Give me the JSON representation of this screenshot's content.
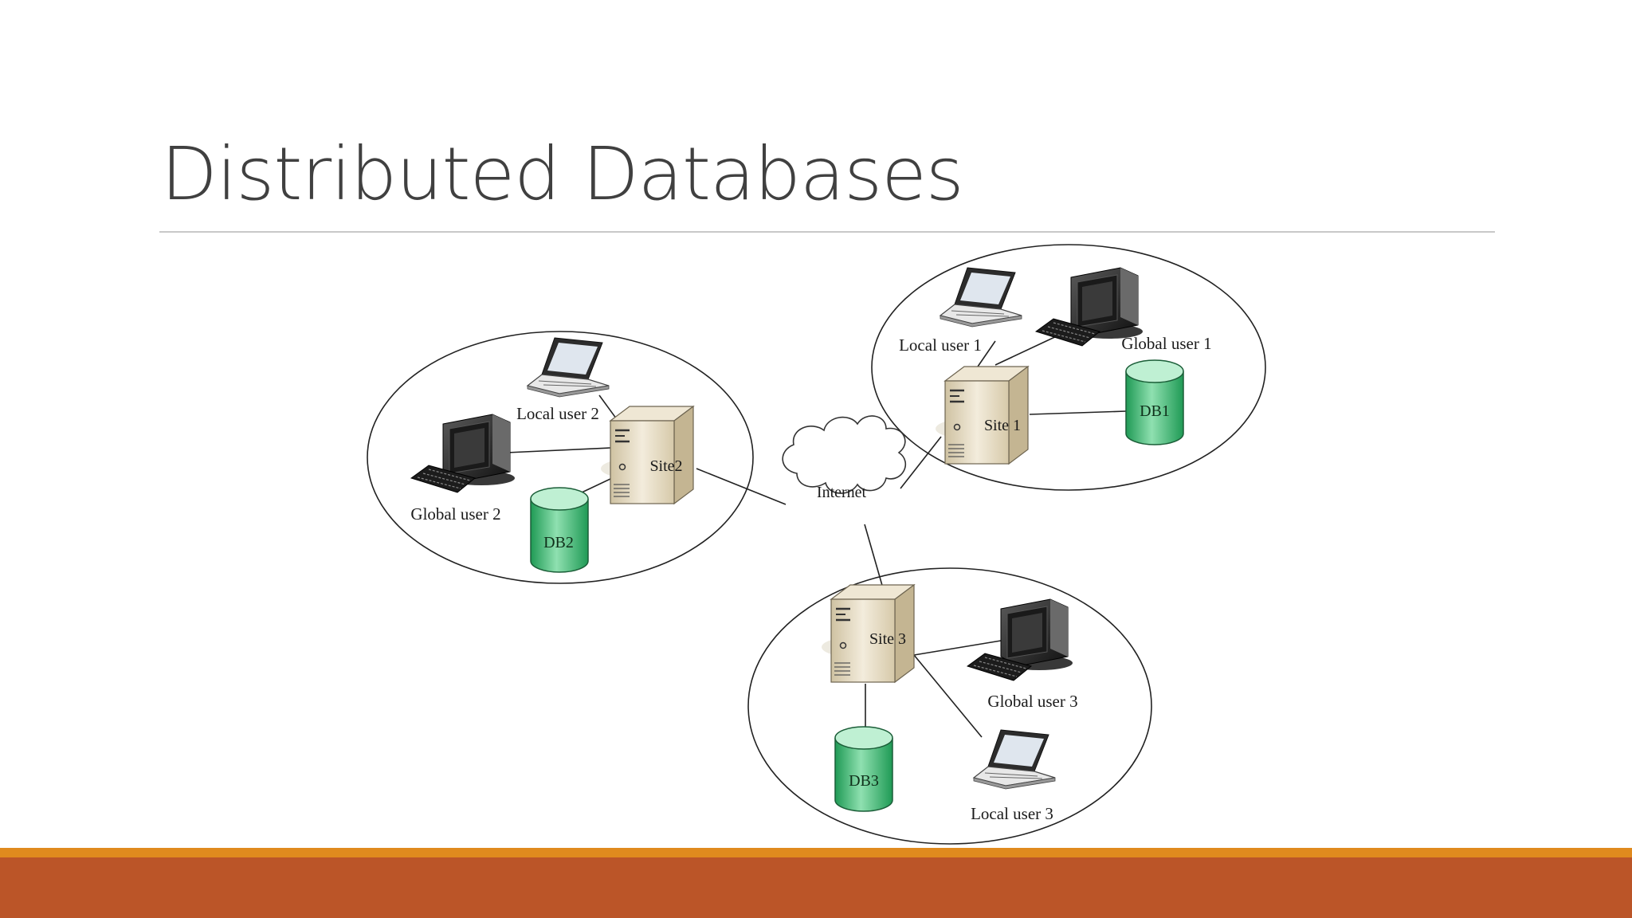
{
  "slide": {
    "title": "Distributed Databases"
  },
  "diagram": {
    "internet": "Internet",
    "sites": [
      {
        "server": "Site 1",
        "db": "DB1",
        "local_user": "Local user 1",
        "global_user": "Global user 1"
      },
      {
        "server": "Site2",
        "db": "DB2",
        "local_user": "Local user 2",
        "global_user": "Global user 2"
      },
      {
        "server": "Site 3",
        "db": "DB3",
        "local_user": "Local user 3",
        "global_user": "Global user 3"
      }
    ]
  },
  "colors": {
    "title_text": "#404040",
    "rule": "#c8c8c8",
    "accent_bar_thin": "#e08a1e",
    "accent_bar_thick": "#bb5528",
    "db_green": "#3fbf78",
    "server_beige": "#e4d8bd"
  }
}
